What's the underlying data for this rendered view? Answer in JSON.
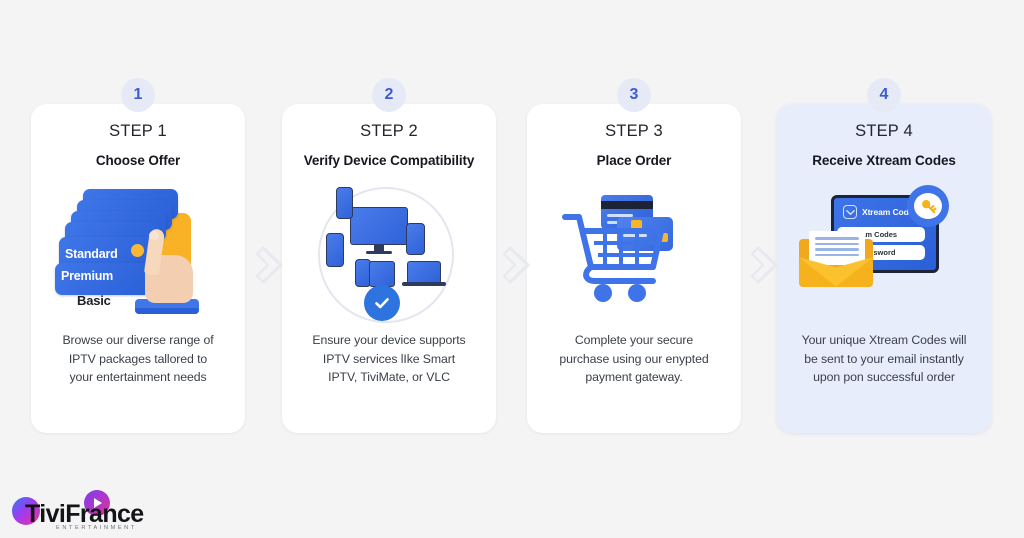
{
  "page": {
    "background_color": "#f4f4f5",
    "accent_blue": "#3f73e8",
    "accent_yellow": "#f9b225",
    "highlight_card_bg": "#e7edfb"
  },
  "steps": [
    {
      "badge": "1",
      "step_label": "STEP 1",
      "title": "Choose Offer",
      "description": "Browse our diverse range of\nIPTV packages tallored to\nyour entertainment needs",
      "highlighted": false,
      "art": {
        "name": "plan-cards-with-hand",
        "plan_labels": [
          "Standard",
          "Premium",
          "Basic"
        ]
      }
    },
    {
      "badge": "2",
      "step_label": "STEP 2",
      "title": "Verify Device Compatibility",
      "description": "Ensure your device supports\nIPTV services lIke Smart\nIPTV, TiviMate, or VLC",
      "highlighted": false,
      "art": {
        "name": "devices-compatibility-check"
      }
    },
    {
      "badge": "3",
      "step_label": "STEP 3",
      "title": "Place Order",
      "description": "Complete your secure\npurchase using our enypted\npayment gateway.",
      "highlighted": false,
      "art": {
        "name": "shopping-cart-with-cards"
      }
    },
    {
      "badge": "4",
      "step_label": "STEP 4",
      "title": "Receive Xtream Codes",
      "description": "Your unique Xtream Codes will\nbe sent to your email instantly\nupon pon successful order",
      "highlighted": true,
      "art": {
        "name": "email-xtream-codes",
        "screen_title": "Xtream Codes",
        "field_1": "p/tream Codes",
        "field_2": "me//Password"
      }
    }
  ],
  "logo": {
    "wordmark": "TiviFrance",
    "tagline": "ENTERTAINMENT"
  }
}
